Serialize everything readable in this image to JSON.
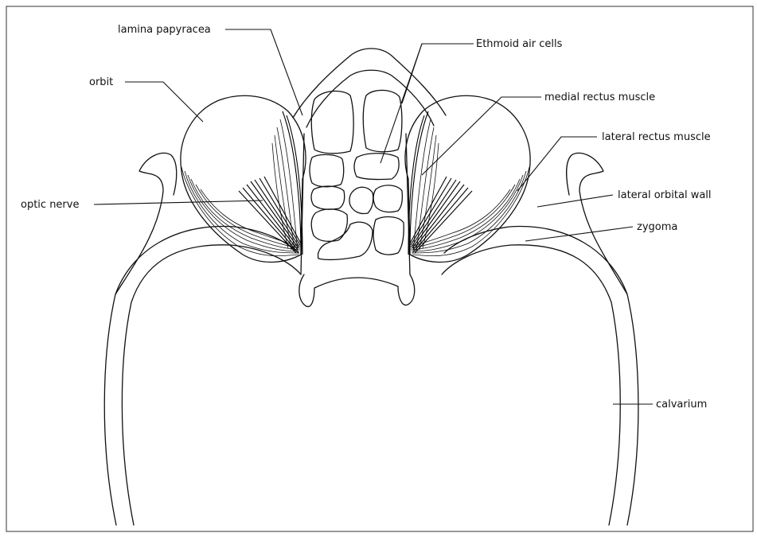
{
  "labels": {
    "lamina_papyracea": "lamina papyracea",
    "ethmoid_air_cells": "Ethmoid air cells",
    "orbit": "orbit",
    "medial_rectus_muscle": "medial rectus muscle",
    "lateral_rectus_muscle": "lateral rectus muscle",
    "optic_nerve": "optic nerve",
    "lateral_orbital_wall": "lateral orbital wall",
    "zygoma": "zygoma",
    "calvarium": "calvarium"
  }
}
